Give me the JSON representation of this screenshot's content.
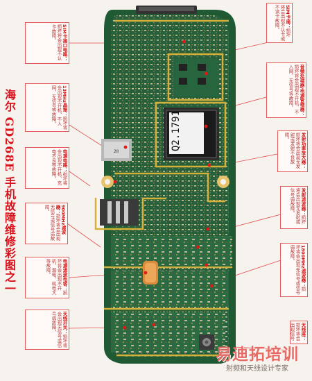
{
  "title": "海尔 GD268E 手机故障维修彩图之一",
  "chip_marking": "Q2.1791",
  "annotations": [
    {
      "id": "sim-card",
      "head": "SIM卡座：",
      "body": "损坏将会出现不认卡或不读卡故障。"
    },
    {
      "id": "sim-interface",
      "head": "SIM卡接口电路：",
      "body": "损坏将会出现不认卡故障。"
    },
    {
      "id": "audio-ic",
      "head": "音频处理器/电源管理器：",
      "body": "损坏将会出现不开机、不入网、无信号等故障。"
    },
    {
      "id": "clock-13mhz",
      "head": "13MHz晶振：",
      "body": "损坏将会出现不开机、不入网、无信号等故障。"
    },
    {
      "id": "tx-power-amp",
      "head": "发射功率放大器：",
      "body": "损坏将会出现无发射或发射不良故障。"
    },
    {
      "id": "power-circuit",
      "head": "电源电路：",
      "body": "损坏将会出现不开机、充电不良等故障。"
    },
    {
      "id": "pa-filter",
      "head": "发射滤波器：",
      "body": "损坏将会出现无发射或信号弱故障。"
    },
    {
      "id": "rx-900mhz",
      "head": "900MHz滤波器：",
      "body": "损坏将会出现无信号或信号弱故障。"
    },
    {
      "id": "rx-1800mhz",
      "head": "1800MHz滤波器：",
      "body": "损坏将会出现无信号或信号弱故障。"
    },
    {
      "id": "coupler",
      "head": "电源滤波电容：",
      "body": "损坏将会出现不开机、漏电、耗电大等故障。"
    },
    {
      "id": "antenna-switch",
      "head": "天线开关：",
      "body": "损坏将会出现无信号或信号弱故障。"
    },
    {
      "id": "antenna-base",
      "head": "天线座：",
      "body": "损坏将会出现信号弱故障。"
    }
  ],
  "watermark": {
    "logo": "易迪拓培训",
    "subtitle": "射频和天线设计专家"
  },
  "colors": {
    "board": "#1f5a35",
    "board_light": "#2f7a4a",
    "trace_gold": "#d6b13a",
    "label_red": "#d8121b",
    "background": "#f6f2ee"
  }
}
